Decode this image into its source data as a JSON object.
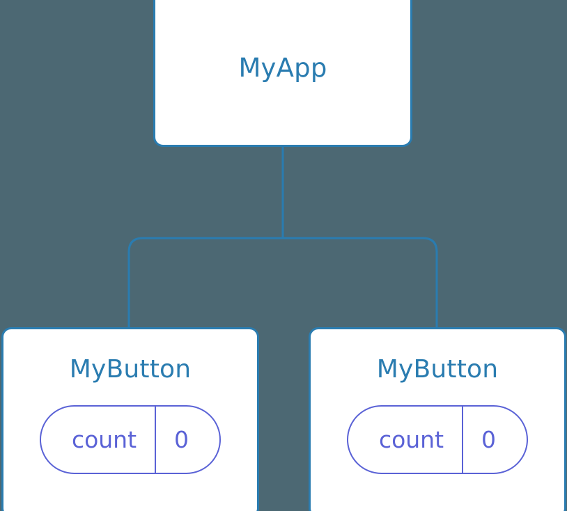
{
  "diagram": {
    "type": "component-tree",
    "background_color": "#4c6873",
    "node_border_color": "#2a7cb0",
    "node_fill_color": "#ffffff",
    "node_title_color": "#2a7cb0",
    "connector_color": "#2a7cb0",
    "state_badge_color": "#5a62d6"
  },
  "root": {
    "title": "MyApp"
  },
  "children": [
    {
      "title": "MyButton",
      "state": {
        "key": "count",
        "value": "0"
      }
    },
    {
      "title": "MyButton",
      "state": {
        "key": "count",
        "value": "0"
      }
    }
  ]
}
